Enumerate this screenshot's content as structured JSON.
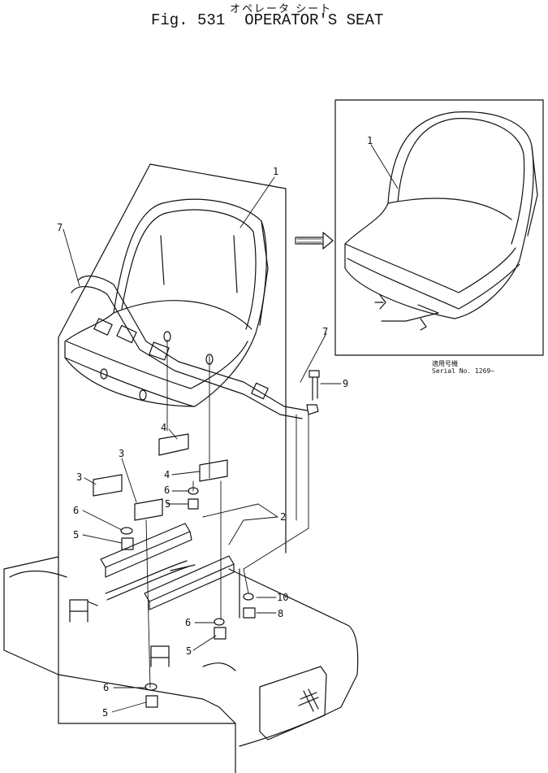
{
  "header": {
    "japanese_title": "オペレータ シート",
    "figure_label": "Fig. 531",
    "title": "OPERATOR'S SEAT"
  },
  "inset": {
    "serial_japanese": "適用号機",
    "serial_text": "Serial No. 1269~"
  },
  "callouts": [
    {
      "id": "c1a",
      "text": "1"
    },
    {
      "id": "c1b",
      "text": "1"
    },
    {
      "id": "c2",
      "text": "2"
    },
    {
      "id": "c3a",
      "text": "3"
    },
    {
      "id": "c3b",
      "text": "3"
    },
    {
      "id": "c4a",
      "text": "4"
    },
    {
      "id": "c4b",
      "text": "4"
    },
    {
      "id": "c5a",
      "text": "5"
    },
    {
      "id": "c5b",
      "text": "5"
    },
    {
      "id": "c5c",
      "text": "5"
    },
    {
      "id": "c5d",
      "text": "5"
    },
    {
      "id": "c6a",
      "text": "6"
    },
    {
      "id": "c6b",
      "text": "6"
    },
    {
      "id": "c6c",
      "text": "6"
    },
    {
      "id": "c6d",
      "text": "6"
    },
    {
      "id": "c7a",
      "text": "7"
    },
    {
      "id": "c7b",
      "text": "7"
    },
    {
      "id": "c8",
      "text": "8"
    },
    {
      "id": "c9",
      "text": "9"
    },
    {
      "id": "c10",
      "text": "10"
    }
  ]
}
